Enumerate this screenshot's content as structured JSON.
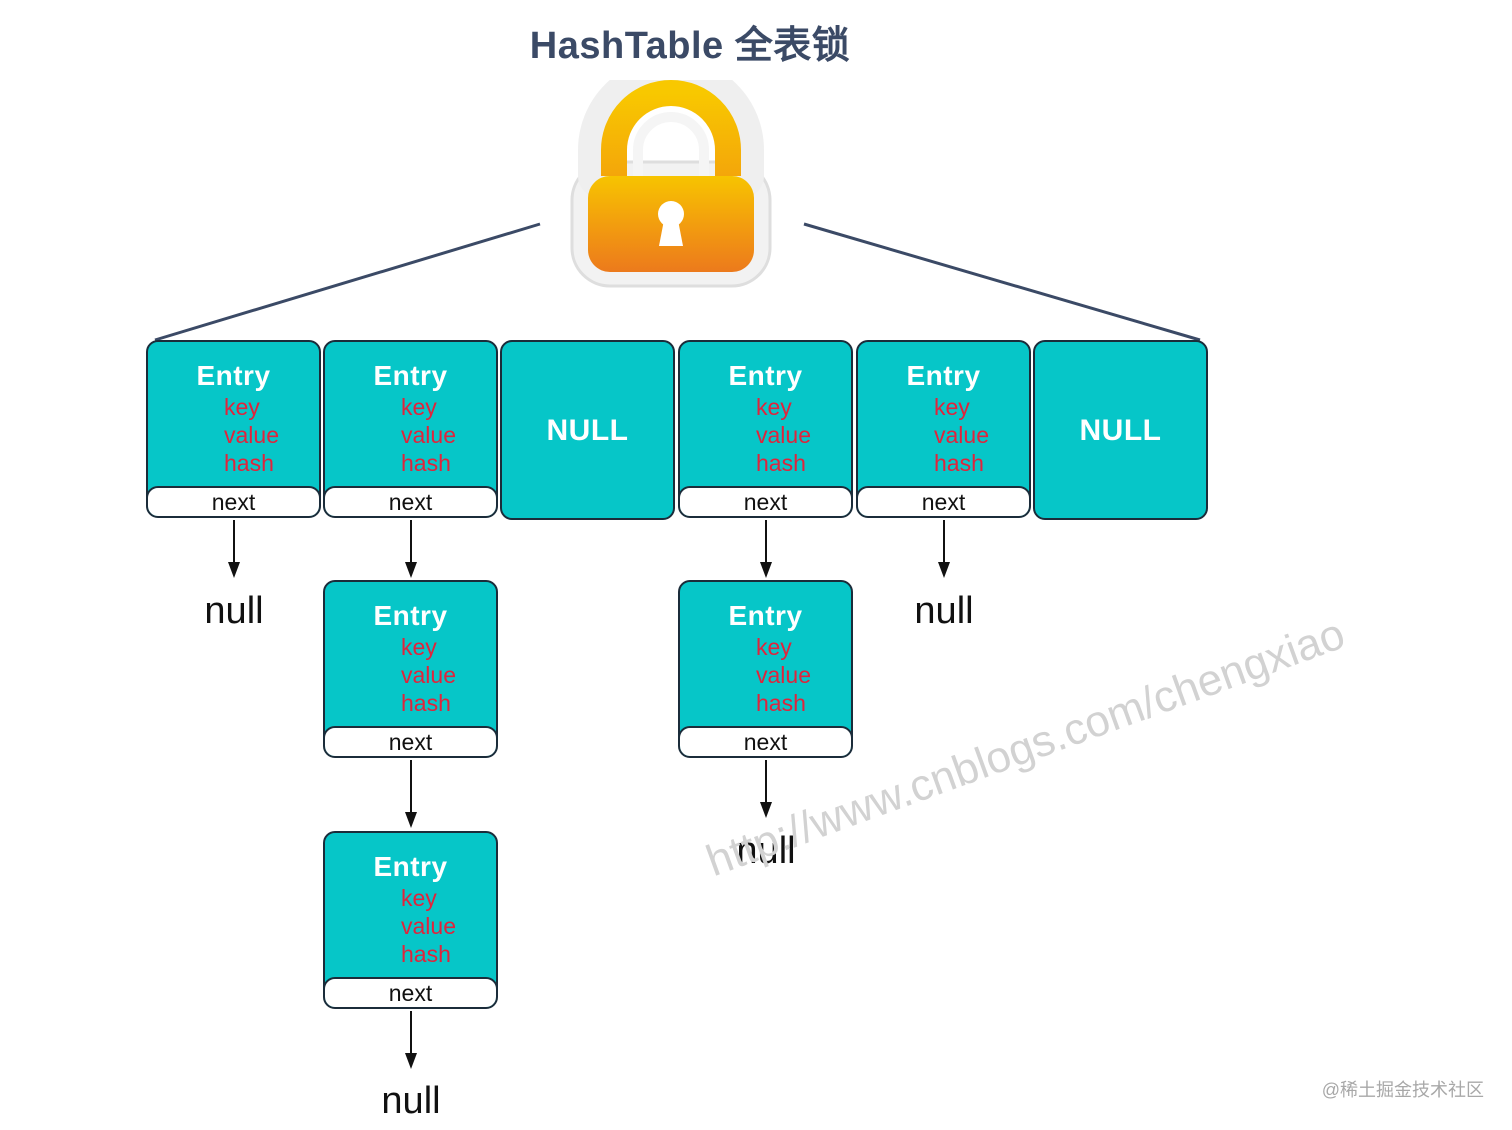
{
  "title": "HashTable 全表锁",
  "icons": {
    "lock": "padlock-icon"
  },
  "colors": {
    "cell_fill": "#06c6c8",
    "field_text": "#e0243c",
    "title_text": "#3b4a66",
    "lock_orange": "#f08a14"
  },
  "entry": {
    "title": "Entry",
    "key": "key",
    "value": "value",
    "hash": "hash",
    "next": "next"
  },
  "null_cell": "NULL",
  "null_word": "null",
  "buckets": [
    "Entry",
    "Entry",
    "NULL",
    "Entry",
    "Entry",
    "NULL"
  ],
  "watermark": "http://www.cnblogs.com/chengxiao",
  "credit": "@稀土掘金技术社区"
}
